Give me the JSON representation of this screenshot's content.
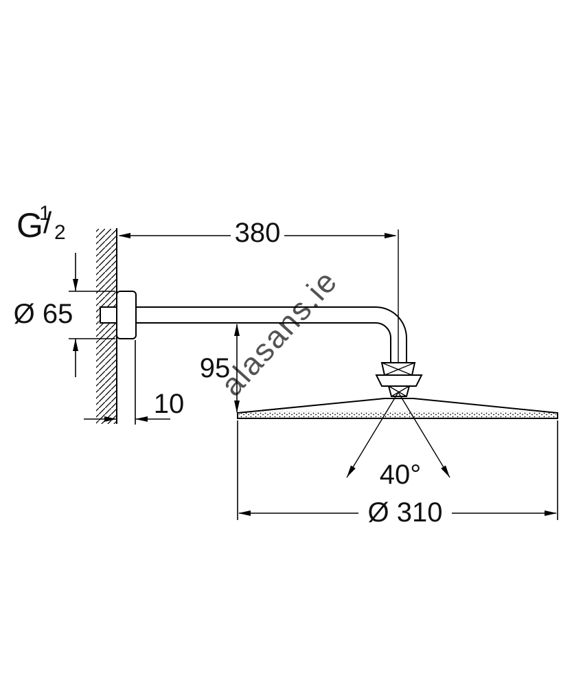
{
  "watermark": "alasans.ie",
  "thread_label": {
    "prefix": "G",
    "numerator": "1",
    "slash": "/",
    "denominator": "2"
  },
  "dimensions": {
    "arm_length": "380",
    "flange_diameter": "Ø 65",
    "head_offset_height": "95",
    "wall_plate_thickness": "10",
    "spray_angle": "40°",
    "head_diameter": "Ø 310"
  },
  "colors": {
    "line": "#000000",
    "text": "#111111",
    "watermark": "#9a9a9a"
  }
}
